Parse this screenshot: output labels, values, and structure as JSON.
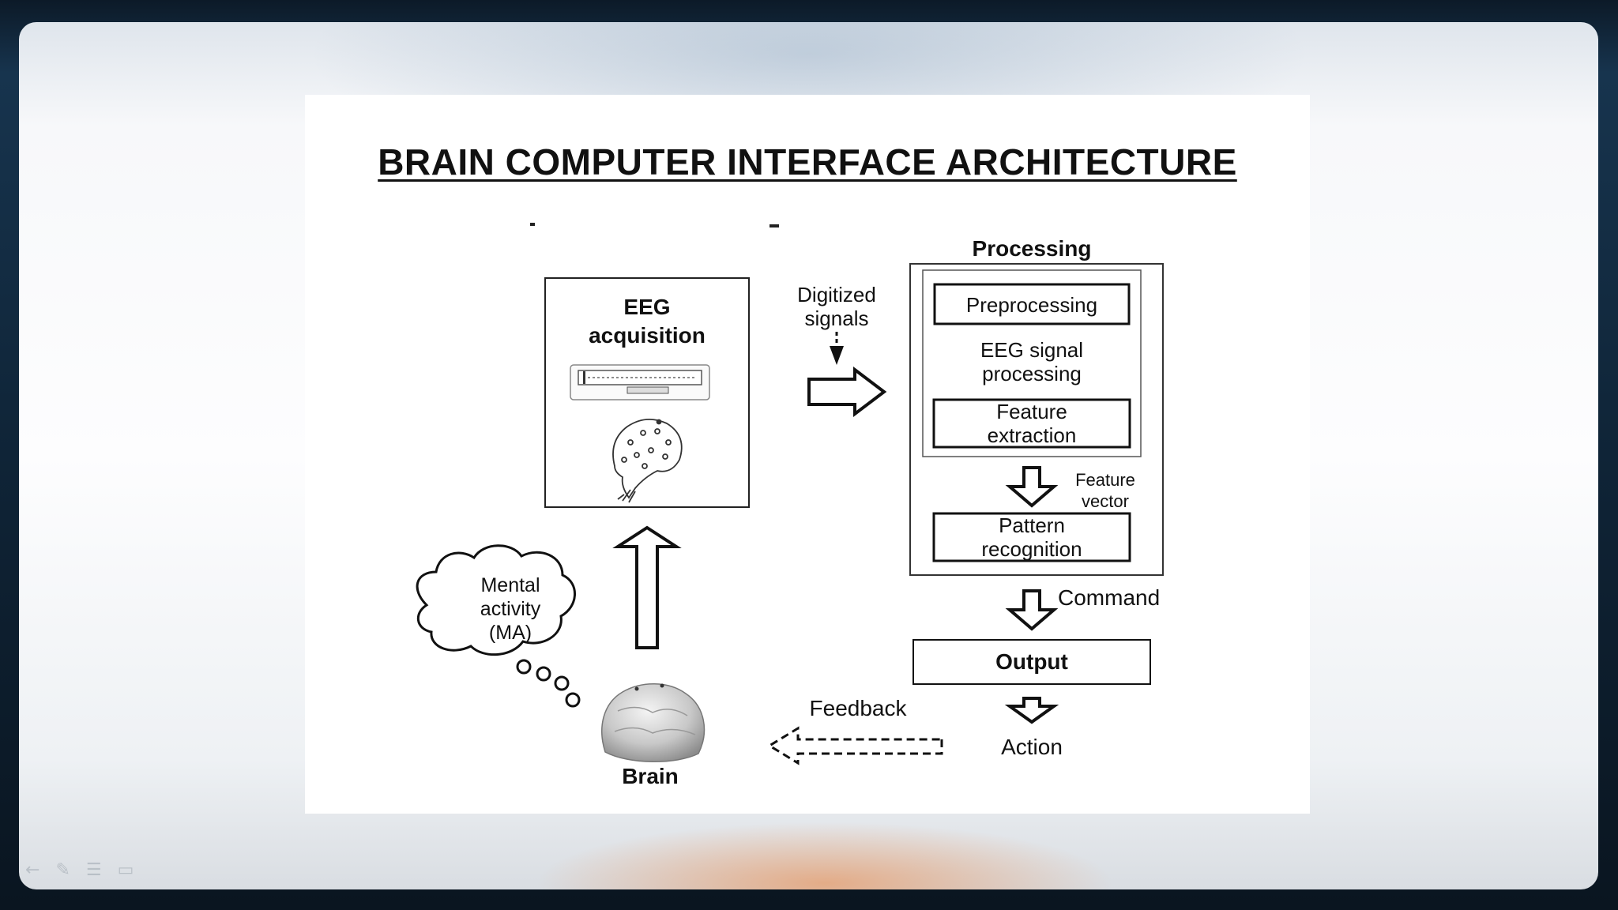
{
  "slide": {
    "title": "BRAIN COMPUTER INTERFACE  ARCHITECTURE"
  },
  "diagram": {
    "eeg_acquisition": {
      "line1": "EEG",
      "line2": "acquisition"
    },
    "digitized_signals": {
      "line1": "Digitized",
      "line2": "signals"
    },
    "processing": {
      "title": "Processing",
      "preprocessing": "Preprocessing",
      "eeg_signal_processing": {
        "line1": "EEG signal",
        "line2": "processing"
      },
      "feature_extraction": {
        "line1": "Feature",
        "line2": "extraction"
      },
      "feature_vector": {
        "line1": "Feature",
        "line2": "vector"
      },
      "pattern_recognition": {
        "line1": "Pattern",
        "line2": "recognition"
      }
    },
    "command": "Command",
    "output": "Output",
    "action": "Action",
    "feedback": "Feedback",
    "mental_activity": {
      "line1": "Mental",
      "line2": "activity",
      "line3": "(MA)"
    },
    "brain": "Brain"
  },
  "nav": {
    "icons": [
      "back-arrow-icon",
      "pen-icon",
      "menu-icon",
      "slide-icon"
    ]
  }
}
